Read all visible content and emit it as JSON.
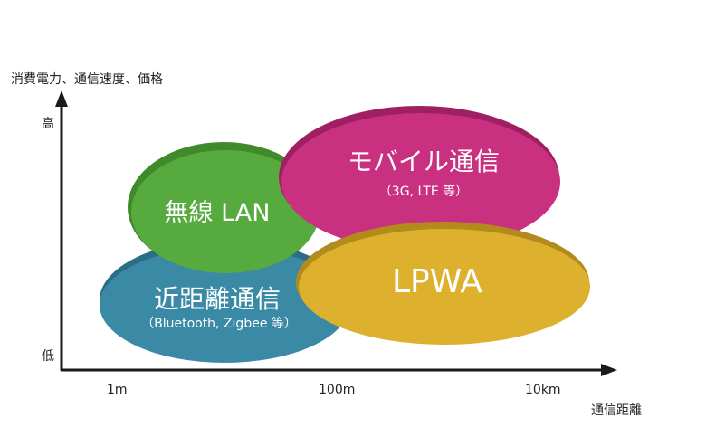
{
  "y_axis": {
    "label": "消費電力、通信速度、価格",
    "high": "高",
    "low": "低"
  },
  "x_axis": {
    "label": "通信距離",
    "ticks": [
      "1m",
      "100m",
      "10km"
    ]
  },
  "regions": {
    "short_range": {
      "title": "近距離通信",
      "subtitle": "（Bluetooth, Zigbee 等）",
      "color": "#3a8aa6"
    },
    "wireless_lan": {
      "title": "無線 LAN",
      "color": "#56aa3e"
    },
    "mobile": {
      "title": "モバイル通信",
      "subtitle": "（3G, LTE 等）",
      "color": "#c93080"
    },
    "lpwa": {
      "title": "LPWA",
      "color": "#ddb12d"
    }
  },
  "colors": {
    "axis": "#1a1a1a"
  }
}
